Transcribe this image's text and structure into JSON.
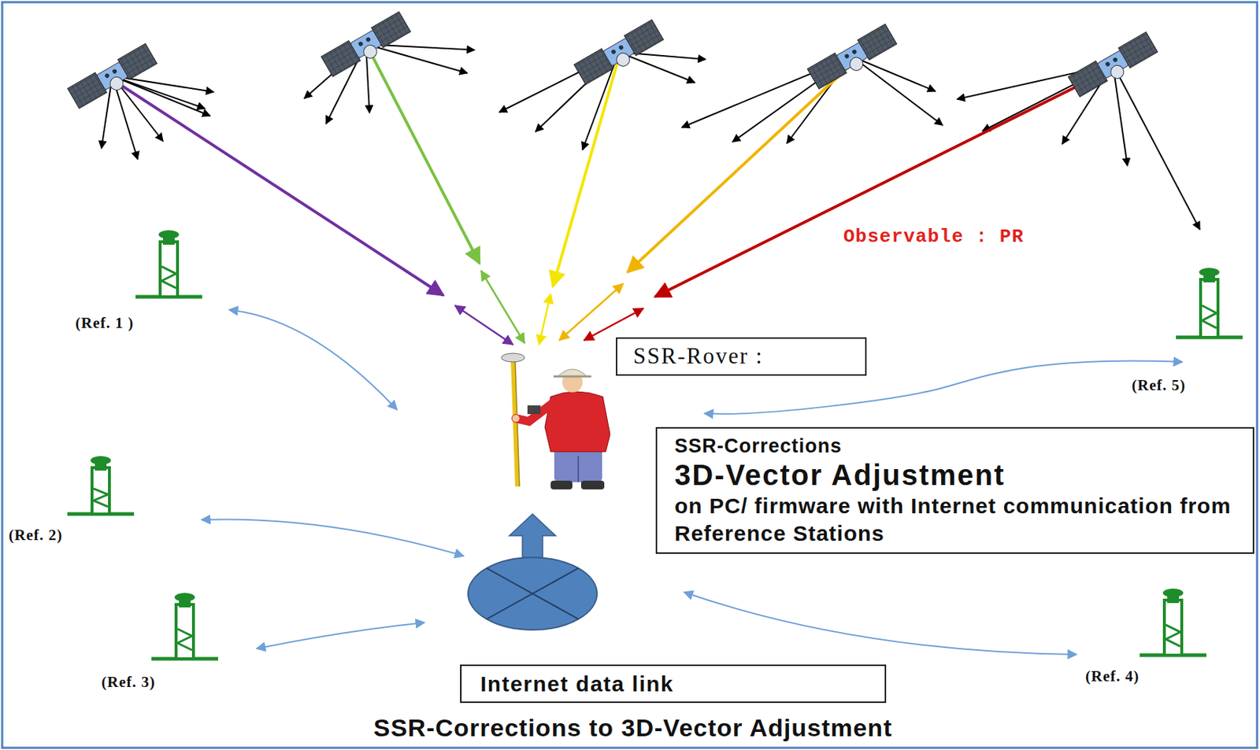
{
  "diagram": {
    "caption": "SSR-Corrections to 3D-Vector Adjustment",
    "nodes": [
      {
        "text": [
          "SSR-Rover :"
        ]
      },
      {
        "text": [
          "SSR-Corrections",
          "3D-Vector Adjustment",
          "on PC/ firmware with Internet communication from Reference Stations"
        ]
      },
      {
        "text": [
          "Internet data link"
        ]
      }
    ],
    "labels": [
      "Observable : PR",
      "(Ref. 1 )",
      "(Ref. 2)",
      "(Ref. 3)",
      "(Ref. 4)",
      "(Ref. 5)"
    ]
  }
}
